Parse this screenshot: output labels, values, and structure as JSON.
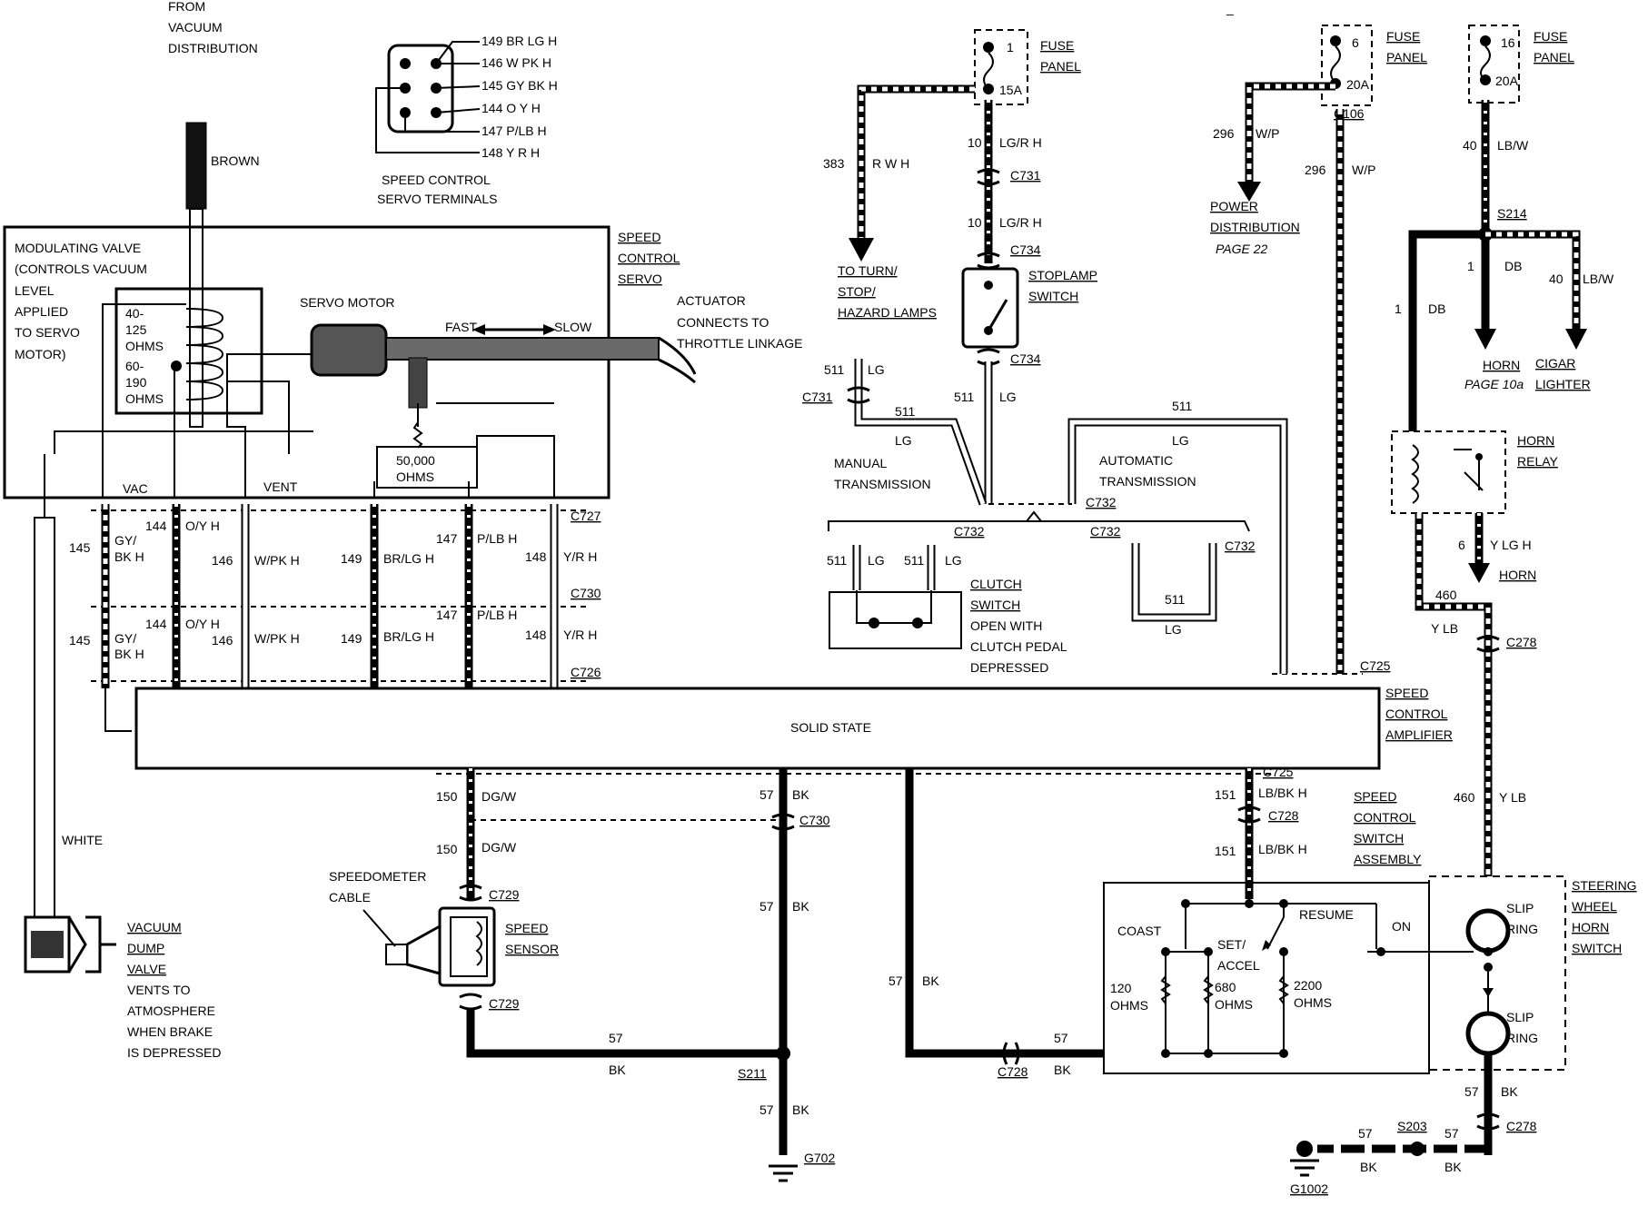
{
  "vacuum_source": {
    "line1": "FROM",
    "line2": "VACUUM",
    "line3": "DISTRIBUTION"
  },
  "hose_labels": {
    "brown": "BROWN",
    "white": "WHITE"
  },
  "servo_terminals": {
    "pins": [
      "149 BR LG H",
      "146 W PK H",
      "145 GY BK H",
      "144 O Y H",
      "147 P/LB H",
      "148 Y R H"
    ],
    "caption1": "SPEED CONTROL",
    "caption2": "SERVO TERMINALS"
  },
  "modulating_valve": {
    "lines": [
      "MODULATING VALVE",
      "(CONTROLS VACUUM",
      "LEVEL",
      "APPLIED",
      "TO SERVO",
      "MOTOR)"
    ],
    "r1": [
      "40-",
      "125",
      "OHMS"
    ],
    "r2": [
      "60-",
      "190",
      "OHMS"
    ]
  },
  "servo": {
    "title": [
      "SPEED",
      "CONTROL",
      "SERVO"
    ],
    "motor": "SERVO MOTOR",
    "fast": "FAST",
    "slow": "SLOW",
    "actuator": [
      "ACTUATOR",
      "CONNECTS TO",
      "THROTTLE LINKAGE"
    ],
    "pot": [
      "50,000",
      "OHMS"
    ],
    "vac": "VAC",
    "vent": "VENT"
  },
  "connectors": {
    "c727": "C727",
    "c730": "C730",
    "c726": "C726",
    "c731": "C731",
    "c734": "C734",
    "c732": "C732",
    "c106": "C106",
    "c725": "C725",
    "c278": "C278",
    "c728": "C728",
    "c729": "C729",
    "s214": "S214",
    "s211": "S211",
    "s203": "S203",
    "g702": "G702",
    "g1002": "G1002"
  },
  "servo_wires": {
    "w145": {
      "num": "145",
      "col": "GY/",
      "col2": "BK H"
    },
    "w144": {
      "num": "144",
      "col": "O/Y H"
    },
    "w146": {
      "num": "146",
      "col": "W/PK H"
    },
    "w149": {
      "num": "149",
      "col": "BR/LG H"
    },
    "w147": {
      "num": "147",
      "col": "P/LB H"
    },
    "w148": {
      "num": "148",
      "col": "Y/R H"
    }
  },
  "fuse_panels": [
    {
      "label": [
        "FUSE",
        "PANEL"
      ],
      "pos": "1",
      "amps": "15A"
    },
    {
      "label": [
        "FUSE",
        "PANEL"
      ],
      "pos": "6",
      "amps": "20A"
    },
    {
      "label": [
        "FUSE",
        "PANEL"
      ],
      "pos": "16",
      "amps": "20A"
    }
  ],
  "stoplamp": {
    "w10": {
      "num": "10",
      "col": "LG/R H"
    },
    "w383": {
      "num": "383",
      "col": "R W H"
    },
    "turn": [
      "TO TURN/",
      "STOP/",
      "HAZARD LAMPS"
    ],
    "switch": [
      "STOPLAMP",
      "SWITCH"
    ],
    "w511": {
      "num": "511",
      "col": "LG"
    },
    "manual": [
      "MANUAL",
      "TRANSMISSION"
    ],
    "automatic": [
      "AUTOMATIC",
      "TRANSMISSION"
    ],
    "clutch": [
      "CLUTCH",
      "SWITCH",
      "OPEN WITH",
      "CLUTCH PEDAL",
      "DEPRESSED"
    ]
  },
  "power": {
    "w296": {
      "num": "296",
      "col": "W/P"
    },
    "dist": [
      "POWER",
      "DISTRIBUTION"
    ],
    "page": "PAGE 22"
  },
  "horn": {
    "w40": {
      "num": "40",
      "col": "LB/W"
    },
    "w1": {
      "num": "1",
      "col": "DB"
    },
    "horn": "HORN",
    "horn_page": "PAGE 10a",
    "cigar": [
      "CIGAR",
      "LIGHTER"
    ],
    "relay": [
      "HORN",
      "RELAY"
    ],
    "w6": {
      "num": "6",
      "col": "Y LG H"
    },
    "horn2": "HORN",
    "w460": {
      "num": "460",
      "col": "Y LB"
    }
  },
  "amplifier": {
    "center": "SOLID STATE",
    "title": [
      "SPEED",
      "CONTROL",
      "AMPLIFIER"
    ]
  },
  "lower": {
    "w150": {
      "num": "150",
      "col": "DG/W"
    },
    "w57": {
      "num": "57",
      "col": "BK"
    },
    "w151": {
      "num": "151",
      "col": "LB/BK H"
    },
    "speedo_cable": [
      "SPEEDOMETER",
      "CABLE"
    ],
    "speed_sensor": [
      "SPEED",
      "SENSOR"
    ],
    "dump": [
      "VACUUM",
      "DUMP",
      "VALVE",
      "VENTS TO",
      "ATMOSPHERE",
      "WHEN BRAKE",
      "IS DEPRESSED"
    ]
  },
  "switch_assembly": {
    "title": [
      "SPEED",
      "CONTROL",
      "SWITCH",
      "ASSEMBLY"
    ],
    "coast": "COAST",
    "set": [
      "SET/",
      "ACCEL"
    ],
    "resume": "RESUME",
    "on": "ON",
    "r120": [
      "120",
      "OHMS"
    ],
    "r680": [
      "680",
      "OHMS"
    ],
    "r2200": [
      "2200",
      "OHMS"
    ],
    "slip": [
      "SLIP",
      "RING"
    ],
    "steering": [
      "STEERING",
      "WHEEL",
      "HORN",
      "SWITCH"
    ]
  },
  "corner_mark": "_"
}
